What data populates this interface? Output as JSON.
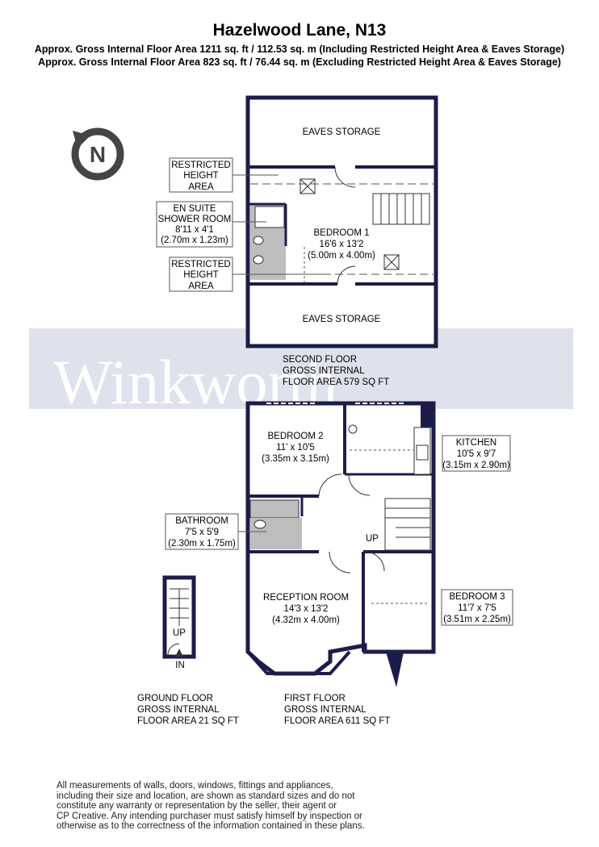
{
  "title": "Hazelwood Lane, N13",
  "area_lines": [
    "Approx. Gross Internal Floor Area 1211 sq. ft / 112.53 sq. m (Including Restricted Height Area & Eaves Storage)",
    "Approx. Gross Internal Floor Area 823 sq. ft / 76.44 sq. m (Excluding Restricted Height Area & Eaves Storage)"
  ],
  "watermark": "Winkworth",
  "compass": {
    "letter": "N"
  },
  "colors": {
    "wall": "#1c1c4a",
    "band": "#dfe2ec",
    "fixture": "#bdbdbd",
    "floor": "#ffffff"
  },
  "second_floor": {
    "eaves_top": "EAVES STORAGE",
    "eaves_bottom": "EAVES STORAGE",
    "restricted_top": [
      "RESTRICTED",
      "HEIGHT",
      "AREA"
    ],
    "restricted_bottom": [
      "RESTRICTED",
      "HEIGHT",
      "AREA"
    ],
    "ensuite": [
      "EN SUITE",
      "SHOWER ROOM",
      "8'11 x 4'1",
      "(2.70m x 1.23m)"
    ],
    "bedroom1": [
      "BEDROOM 1",
      "16'6 x 13'2",
      "(5.00m x 4.00m)"
    ],
    "label": [
      "SECOND FLOOR",
      "GROSS INTERNAL",
      "FLOOR AREA 579 SQ FT"
    ]
  },
  "first_floor": {
    "bedroom2": [
      "BEDROOM 2",
      "11' x 10'5",
      "(3.35m x 3.15m)"
    ],
    "kitchen": [
      "KITCHEN",
      "10'5 x 9'7",
      "(3.15m x 2.90m)"
    ],
    "bathroom": [
      "BATHROOM",
      "7'5 x 5'9",
      "(2.30m x 1.75m)"
    ],
    "reception": [
      "RECEPTION ROOM",
      "14'3 x 13'2",
      "(4.32m x 4.00m)"
    ],
    "bedroom3": [
      "BEDROOM 3",
      "11'7 x 7'5",
      "(3.51m x 2.25m)"
    ],
    "stair_label": "UP",
    "label": [
      "FIRST FLOOR",
      "GROSS INTERNAL",
      "FLOOR AREA 611 SQ FT"
    ]
  },
  "ground_floor": {
    "stair_label": "UP",
    "entry_label": "IN",
    "label": [
      "GROUND FLOOR",
      "GROSS INTERNAL",
      "FLOOR AREA 21 SQ FT"
    ]
  },
  "disclaimer": [
    "All measurements of walls, doors, windows, fittings and appliances,",
    "including their size and location, are shown as standard sizes and do not",
    "constitute any warranty or representation by the seller, their agent or",
    "CP Creative. Any intending purchaser must satisfy himself by inspection or",
    "otherwise as to the correctness of the information contained in these plans."
  ]
}
